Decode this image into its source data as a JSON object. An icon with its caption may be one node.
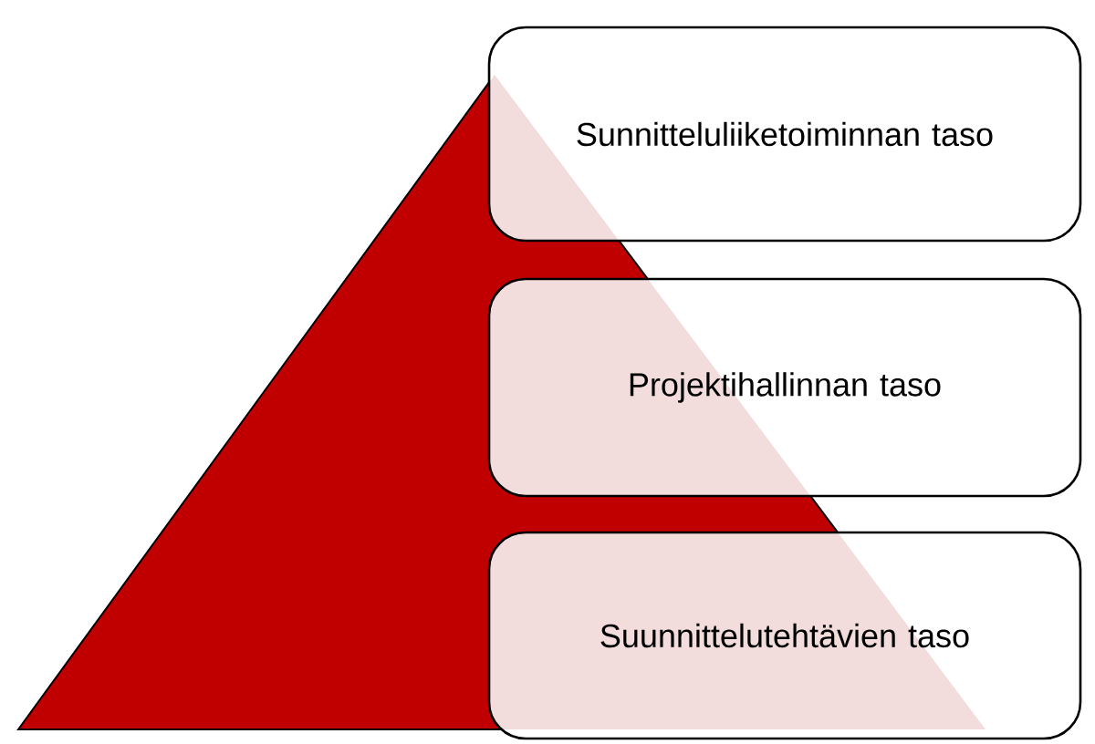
{
  "diagram": {
    "nodes": [
      {
        "text": [
          "Sunnitteluliiketoiminnan taso"
        ]
      },
      {
        "text": [
          "Projektihallinnan taso"
        ]
      },
      {
        "text": [
          "Suunnittelutehtävien taso"
        ]
      }
    ]
  }
}
